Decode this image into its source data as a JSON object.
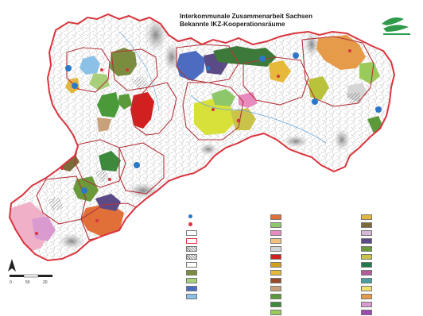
{
  "map": {
    "title_line1": "Interkommunale Zusammenarbeit Sachsen",
    "title_line2": "Bekannte IKZ-Kooperationsräume",
    "scale_labels": [
      "0",
      "50",
      "20"
    ],
    "north_symbol": "north-arrow-icon",
    "colors": {
      "state_border": "#d9343d",
      "district_border": "#b3343b",
      "municipal_lines": "#8a8a8a",
      "accent_blue": "#2e7fc6"
    }
  },
  "legend": {
    "left_items": [
      {
        "color": "#2b78c6",
        "kind": "dot"
      },
      {
        "color": "#d9343d",
        "kind": "dot"
      },
      {
        "color": "#ffffff",
        "kind": "box"
      },
      {
        "color": "#ffffff",
        "kind": "box-red"
      },
      {
        "color": "#d0d0d0",
        "kind": "hatch"
      },
      {
        "color": "#e0e0e0",
        "kind": "hatch"
      },
      {
        "color": "#ffffff",
        "kind": "box"
      },
      {
        "color": "#7a8d3e",
        "kind": "box"
      },
      {
        "color": "#a8d07a",
        "kind": "box"
      },
      {
        "color": "#4b6cc0",
        "kind": "box"
      },
      {
        "color": "#8bc1e6",
        "kind": "box"
      }
    ],
    "mid_items": [
      {
        "color": "#e07038"
      },
      {
        "color": "#8dc76a"
      },
      {
        "color": "#e88bbe"
      },
      {
        "color": "#f2c07a"
      },
      {
        "color": "#d4d4d4"
      },
      {
        "color": "#d21f1f"
      },
      {
        "color": "#d0a21f"
      },
      {
        "color": "#e6b93a"
      },
      {
        "color": "#9a4a2a"
      },
      {
        "color": "#c8a07a"
      },
      {
        "color": "#5a9a3a"
      },
      {
        "color": "#3d8a3d"
      },
      {
        "color": "#9acb5a"
      }
    ],
    "right_items": [
      {
        "color": "#e3b640"
      },
      {
        "color": "#7d6a3a"
      },
      {
        "color": "#d6b8d6"
      },
      {
        "color": "#5c4a86"
      },
      {
        "color": "#6a9a3a"
      },
      {
        "color": "#c9c34a"
      },
      {
        "color": "#1f7a4a"
      },
      {
        "color": "#b35a9a"
      },
      {
        "color": "#4aa0a0"
      },
      {
        "color": "#f0e070"
      },
      {
        "color": "#e59b4a"
      },
      {
        "color": "#d99ad0"
      },
      {
        "color": "#9a4ab0"
      }
    ]
  }
}
